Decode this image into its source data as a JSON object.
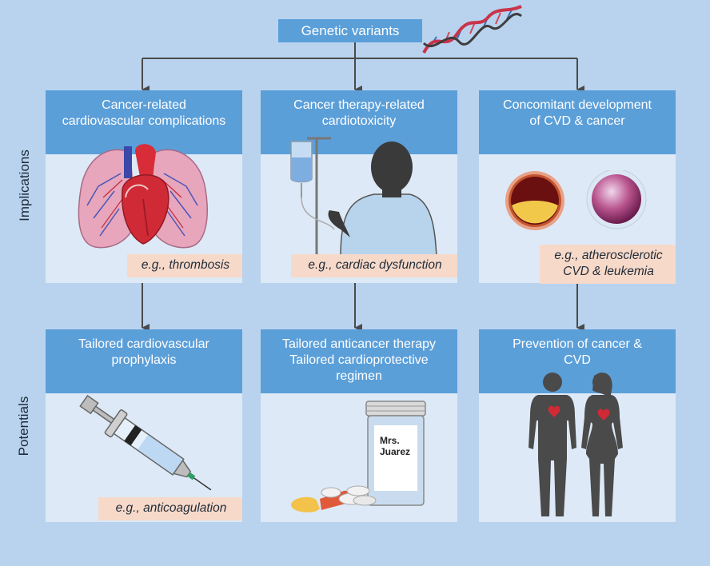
{
  "top": {
    "label": "Genetic variants"
  },
  "row_labels": {
    "implications": "Implications",
    "potentials": "Potentials"
  },
  "implications": [
    {
      "title": [
        "Cancer-related",
        "cardiovascular complications"
      ],
      "example": [
        "e.g., thrombosis"
      ],
      "icon": "heart-lungs-icon"
    },
    {
      "title": [
        "Cancer therapy-related",
        "cardiotoxicity"
      ],
      "example": [
        "e.g., cardiac dysfunction"
      ],
      "icon": "iv-patient-icon"
    },
    {
      "title": [
        "Concomitant development",
        "of CVD & cancer"
      ],
      "example": [
        "e.g., atherosclerotic",
        "CVD & leukemia"
      ],
      "icon": "artery-cell-icon"
    }
  ],
  "potentials": [
    {
      "title": [
        "Tailored cardiovascular",
        "prophylaxis"
      ],
      "example": [
        "e.g., anticoagulation"
      ],
      "icon": "syringe-icon"
    },
    {
      "title": [
        "Tailored anticancer therapy",
        "Tailored cardioprotective",
        "regimen"
      ],
      "example": [],
      "icon": "pill-bottle-icon"
    },
    {
      "title": [
        "Prevention of cancer &",
        "CVD"
      ],
      "example": [],
      "icon": "human-figures-icon"
    }
  ],
  "pill_bottle_label": [
    "Mrs.",
    "Juarez"
  ],
  "colors": {
    "background": "#b9d3ee",
    "header_blue": "#5b9fd9",
    "panel_body": "#dde9f6",
    "example_bg": "#f7d9c9",
    "arrow": "#4a4a4a"
  }
}
